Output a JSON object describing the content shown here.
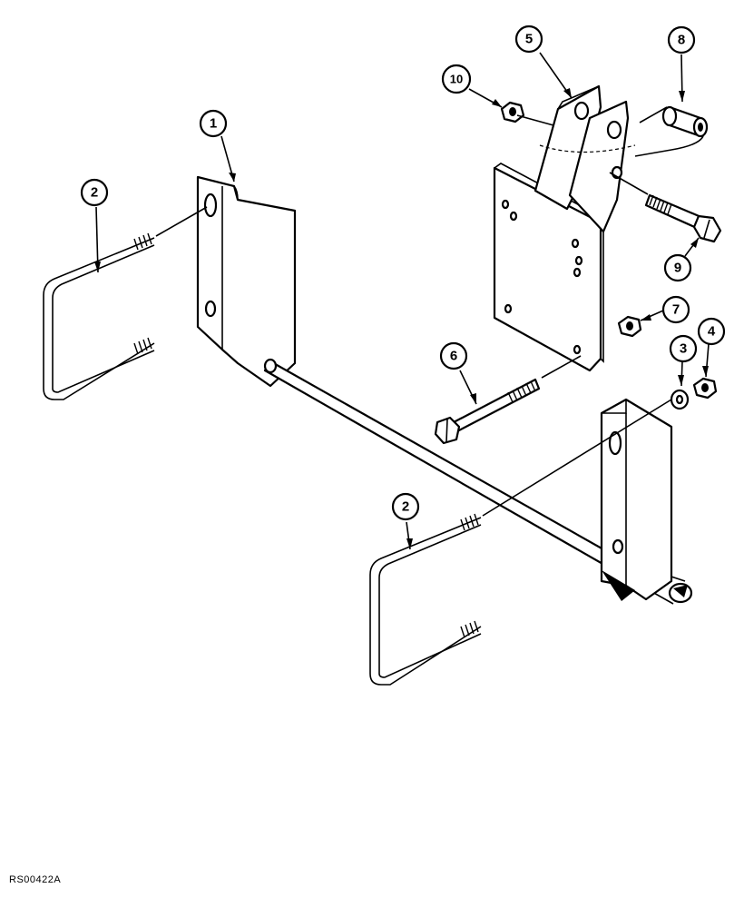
{
  "diagram": {
    "reference_code": "RS00422A",
    "callouts": [
      {
        "id": "callout-1",
        "label": "1"
      },
      {
        "id": "callout-2a",
        "label": "2"
      },
      {
        "id": "callout-2b",
        "label": "2"
      },
      {
        "id": "callout-3",
        "label": "3"
      },
      {
        "id": "callout-4",
        "label": "4"
      },
      {
        "id": "callout-5",
        "label": "5"
      },
      {
        "id": "callout-6",
        "label": "6"
      },
      {
        "id": "callout-7",
        "label": "7"
      },
      {
        "id": "callout-8",
        "label": "8"
      },
      {
        "id": "callout-9",
        "label": "9"
      },
      {
        "id": "callout-10",
        "label": "10"
      }
    ]
  }
}
